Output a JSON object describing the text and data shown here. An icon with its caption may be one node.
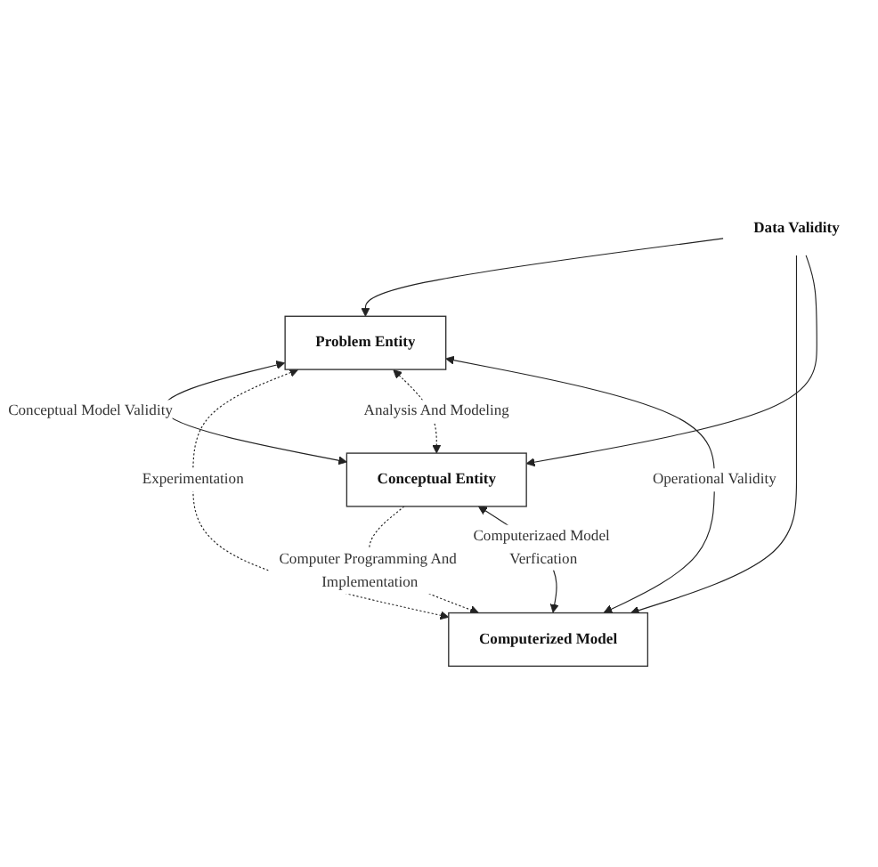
{
  "diagram": {
    "nodes": [
      {
        "text": [
          "Problem Entity"
        ]
      },
      {
        "text": [
          "Computerized Model"
        ]
      },
      {
        "text": [
          "Conceptual Entity"
        ]
      },
      {
        "text": [
          "Data Validity"
        ]
      }
    ],
    "edges": [
      {
        "from": 1,
        "to": 0,
        "arrow": "both",
        "label": "Operational Validity"
      },
      {
        "from": 0,
        "to": 2,
        "arrow": "both",
        "label": "Conceptual Model Validity"
      },
      {
        "from": 1,
        "to": 2,
        "arrow": "both",
        "label": "Computerizaed Model Verfication"
      },
      {
        "from": 0,
        "to": 1,
        "arrow": "both",
        "label": "Experimentation",
        "style": "dashed"
      },
      {
        "from": 0,
        "to": 2,
        "arrow": "both",
        "label": "Analysis And Modeling",
        "style": "dashed"
      },
      {
        "from": 2,
        "to": 1,
        "arrow": "to",
        "label": "Computer Programming And Implementation",
        "style": "dashed"
      },
      {
        "from": 3,
        "to": 0,
        "arrow": "to"
      },
      {
        "from": 3,
        "to": 1,
        "arrow": "to"
      },
      {
        "from": 3,
        "to": 2,
        "arrow": "to"
      }
    ]
  }
}
